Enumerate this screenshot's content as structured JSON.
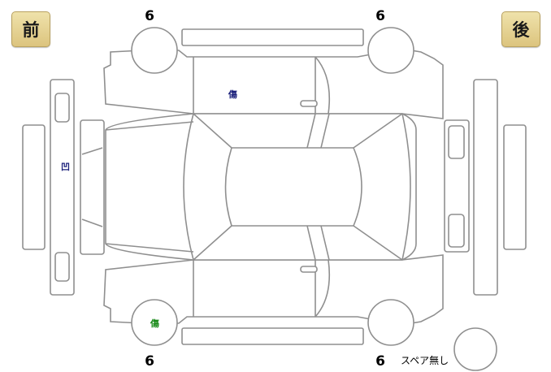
{
  "badges": {
    "front": "前",
    "rear": "後"
  },
  "tire_depths": {
    "front_top": "6",
    "rear_top": "6",
    "front_bottom": "6",
    "rear_bottom": "6"
  },
  "damage_marks": {
    "right_front_door": {
      "text": "傷",
      "color": "#1a1f7a"
    },
    "front_bumper": {
      "text": "凹",
      "color": "#1a1f7a"
    },
    "left_front_wheel": {
      "text": "傷",
      "color": "#1a8a1a"
    }
  },
  "spare": {
    "label": "スペア無し"
  }
}
